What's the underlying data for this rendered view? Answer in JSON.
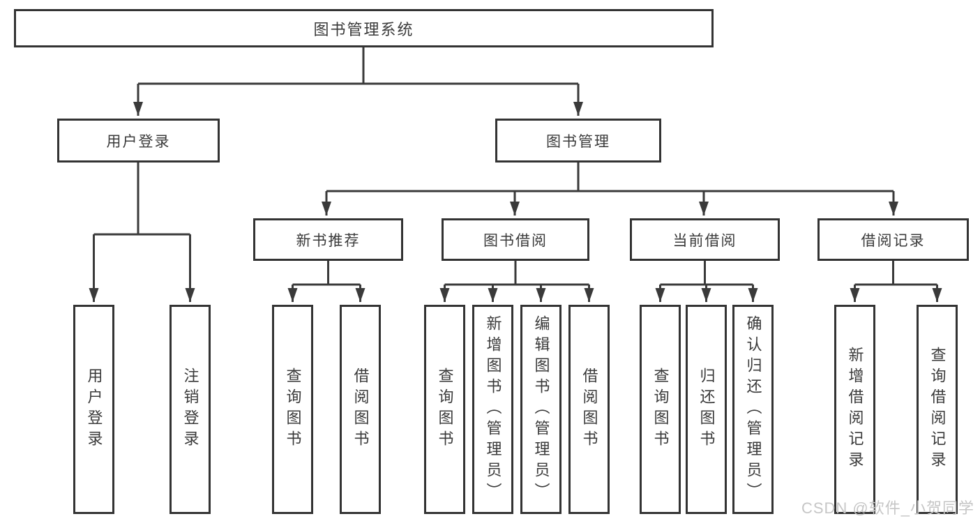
{
  "colors": {
    "line": "#3a3a3a",
    "border": "#333333",
    "text": "#3a3a3a",
    "background": "#ffffff",
    "watermark": "#c6c6c6"
  },
  "watermark": "CSDN @软件_小贺同学",
  "tree": {
    "root": {
      "label": "图书管理系统"
    },
    "branches": [
      {
        "label": "用户登录",
        "leaves": [
          {
            "label": "用户登录"
          },
          {
            "label": "注销登录"
          }
        ]
      },
      {
        "label": "图书管理",
        "groups": [
          {
            "label": "新书推荐",
            "leaves": [
              {
                "label": "查询图书"
              },
              {
                "label": "借阅图书"
              }
            ]
          },
          {
            "label": "图书借阅",
            "leaves": [
              {
                "label": "查询图书"
              },
              {
                "label": "新增图书（管理员）"
              },
              {
                "label": "编辑图书（管理员）"
              },
              {
                "label": "借阅图书"
              }
            ]
          },
          {
            "label": "当前借阅",
            "leaves": [
              {
                "label": "查询图书"
              },
              {
                "label": "归还图书"
              },
              {
                "label": "确认归还（管理员）"
              }
            ]
          },
          {
            "label": "借阅记录",
            "leaves": [
              {
                "label": "新增借阅记录"
              },
              {
                "label": "查询借阅记录"
              }
            ]
          }
        ]
      }
    ]
  }
}
